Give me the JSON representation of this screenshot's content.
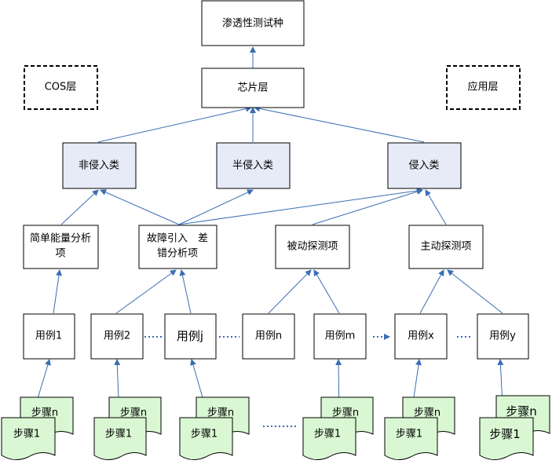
{
  "top": "渗透性测试种",
  "chip": "芯片层",
  "cos": "COS层",
  "app": "应用层",
  "categories": {
    "non_invasive": "非侵入类",
    "semi_invasive": "半侵入类",
    "invasive": "侵入类"
  },
  "methods": {
    "power": [
      "简单能量分析",
      "项"
    ],
    "fault": [
      "故障引入　差",
      "错分析项"
    ],
    "passive": "被动探测项",
    "active": "主动探测项"
  },
  "cases": [
    "用例1",
    "用例2",
    "用例j",
    "用例n",
    "用例m",
    "用例x",
    "用例y"
  ],
  "steps": {
    "back": "步骤n",
    "front": "步骤1"
  }
}
